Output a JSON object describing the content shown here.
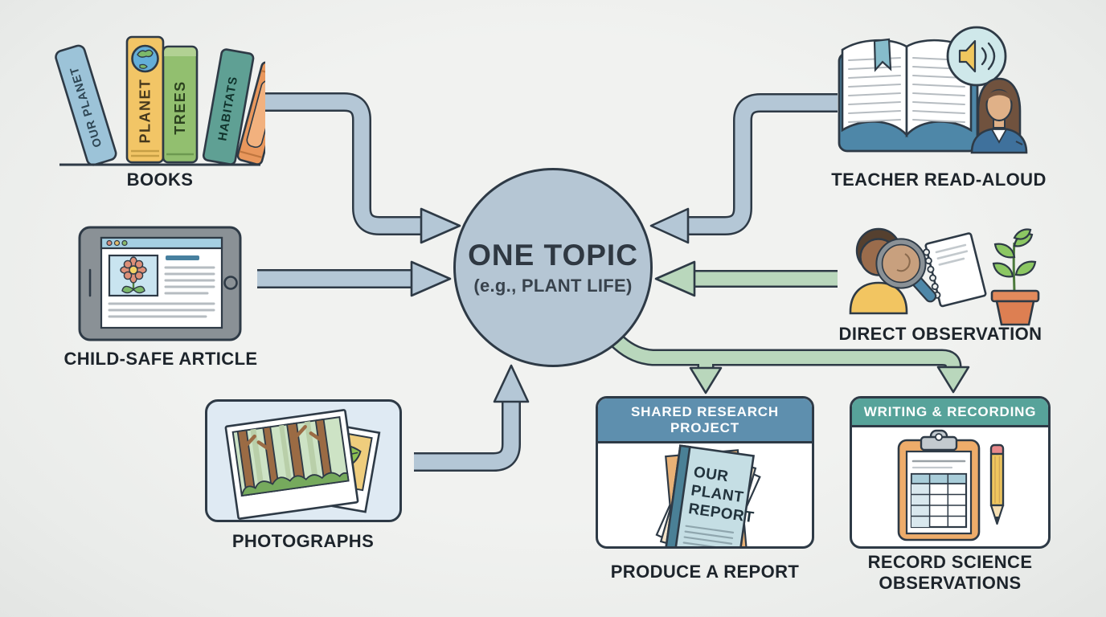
{
  "diagram": {
    "center_node": {
      "title": "ONE TOPIC",
      "subtitle": "(e.g., PLANT LIFE)",
      "fill": "#b5c6d4"
    },
    "sources": {
      "books": {
        "label": "BOOKS",
        "spines": [
          "OUR PLANET",
          "PLANET",
          "TREES",
          "HABITATS"
        ]
      },
      "article": {
        "label": "CHILD-SAFE ARTICLE"
      },
      "photographs": {
        "label": "PHOTOGRAPHS"
      },
      "read_aloud": {
        "label": "TEACHER READ-ALOUD"
      },
      "observation": {
        "label": "DIRECT OBSERVATION"
      }
    },
    "outputs": {
      "report": {
        "header": "SHARED RESEARCH PROJECT",
        "caption": "PRODUCE A REPORT",
        "booklet_lines": [
          "OUR",
          "PLANT",
          "REPORT"
        ],
        "header_color": "#5e8fae"
      },
      "recording": {
        "header": "WRITING & RECORDING",
        "caption": "RECORD SCIENCE OBSERVATIONS",
        "header_color": "#57a39a"
      }
    },
    "colors": {
      "input_arrow": "#b4c7d6",
      "output_arrow": "#b9d7bc",
      "outline": "#2e3a46",
      "background": "#eef0ee"
    }
  }
}
